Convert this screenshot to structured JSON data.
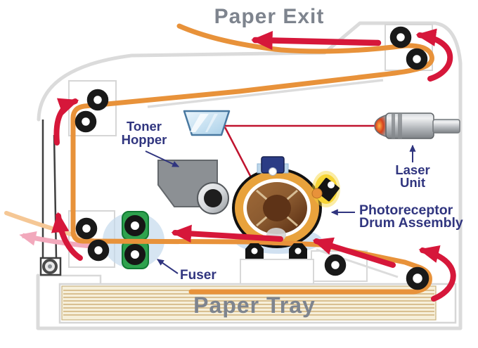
{
  "diagram": {
    "type": "laser-printer-cutaway",
    "title": "Laser printer paper path diagram",
    "labels": {
      "paper_exit": "Paper Exit",
      "paper_tray": "Paper Tray",
      "fuser": "Fuser",
      "toner_hopper": {
        "line1": "Toner",
        "line2": "Hopper"
      },
      "laser_unit": {
        "line1": "Laser",
        "line2": "Unit"
      },
      "photoreceptor": {
        "line1": "Photoreceptor",
        "line2": "Drum Assembly"
      }
    },
    "components": [
      "paper-path",
      "paper-exit-curve",
      "exit-roller-pair",
      "top-left-roller-pair",
      "fuser-roller-pair",
      "pre-fuser-roller-pair",
      "registration-roller",
      "pickup-roller",
      "photoreceptor-drum",
      "charge-corona-unit",
      "erase-lamp",
      "transfer-corona-units",
      "toner-hopper",
      "developer-roller",
      "mirror",
      "laser-unit",
      "laser-beam",
      "paper-tray-stack",
      "manual-feed-guide",
      "direction-arrows"
    ],
    "colors": {
      "paper_path_orange": "#E8923A",
      "arrow_red": "#D6173A",
      "label_navy": "#30357F",
      "heading_gray": "#7E848E",
      "body_outline_gray": "#DBDBDB",
      "fuser_green": "#2EA24E",
      "drum_ring_orange": "#E8A23C",
      "drum_brown": "#8A5A30",
      "toner_hopper_gray": "#8C9094",
      "laser_body_gray": "#A9ADB1",
      "mirror_blue": "#C8E4F4",
      "glow_blue": "#C5DAED",
      "paper_cream": "#F6EFDA",
      "paper_line_tan": "#D9C091",
      "faded_arrow_pink": "#F2A9BC",
      "faded_path_orange": "#F5C795",
      "laser_beam_red": "#C0142F"
    }
  }
}
